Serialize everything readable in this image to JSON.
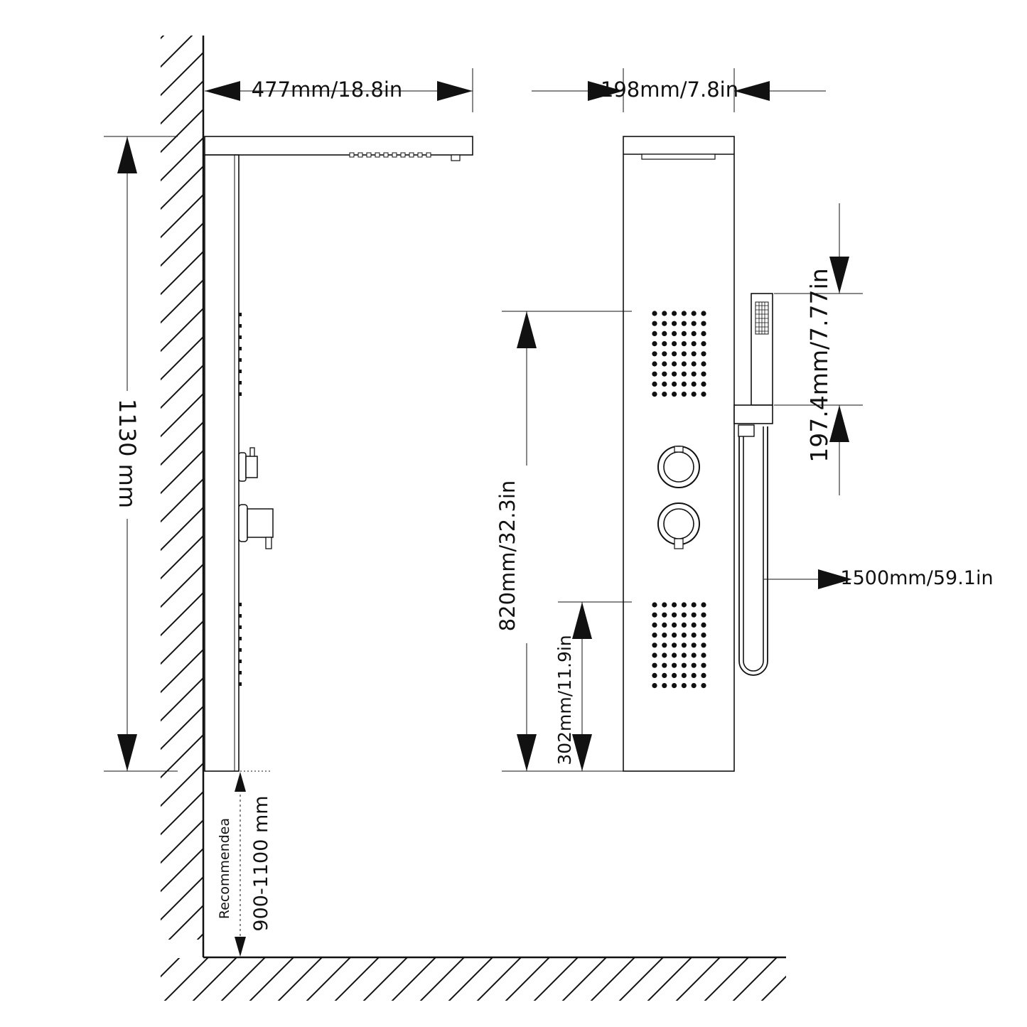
{
  "colors": {
    "ink": "#111111",
    "paper": "#ffffff"
  },
  "side_view": {
    "width_label": "477mm/18.8in",
    "height_label": "1130 mm",
    "recommended_label": "Recommendea",
    "recommended_range_label": "900-1100 mm"
  },
  "front_view": {
    "width_label": "198mm/7.8in",
    "jet_span_label": "820mm/32.3in",
    "bottom_offset_label": "302mm/11.9in",
    "handshower_label": "197.4mm/7.77in",
    "hose_label": "1500mm/59.1in"
  }
}
